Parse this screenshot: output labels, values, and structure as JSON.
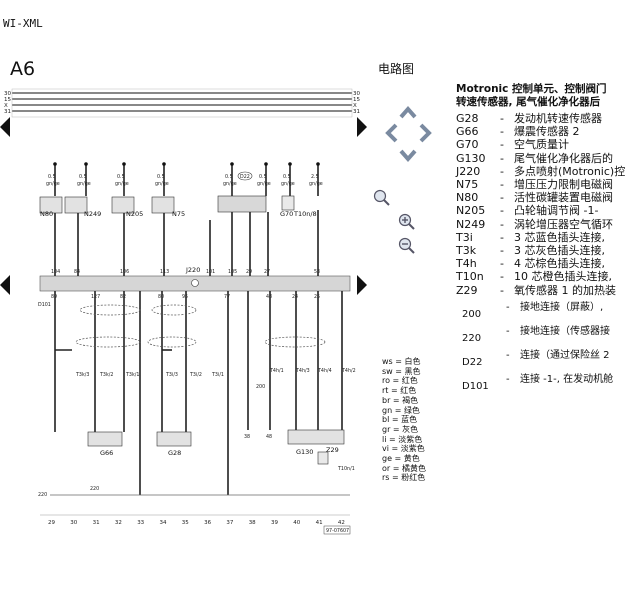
{
  "header": {
    "app_title": "WI-XML",
    "page_label": "A6",
    "section_title": "电路图"
  },
  "legend": {
    "heading_line1": "Motronic 控制单元、控制阀门",
    "heading_line2": "转速传感器, 尾气催化净化器后",
    "entries": [
      {
        "code": "G28",
        "text": "发动机转速传感器"
      },
      {
        "code": "G66",
        "text": "爆震传感器 2"
      },
      {
        "code": "G70",
        "text": "空气质量计"
      },
      {
        "code": "G130",
        "text": "尾气催化净化器后的"
      },
      {
        "code": "J220",
        "text": "多点喷射(Motronic)控"
      },
      {
        "code": "N75",
        "text": "增压压力限制电磁阀"
      },
      {
        "code": "N80",
        "text": "活性碳罐装置电磁阀"
      },
      {
        "code": "N205",
        "text": "凸轮轴调节阀 -1-"
      },
      {
        "code": "N249",
        "text": "涡轮增压器空气循环"
      },
      {
        "code": "T3i",
        "text": "3 芯蓝色插头连接,"
      },
      {
        "code": "T3k",
        "text": "3 芯灰色插头连接,"
      },
      {
        "code": "T4h",
        "text": "4 芯棕色插头连接,"
      },
      {
        "code": "T10n",
        "text": "10 芯橙色插头连接,"
      },
      {
        "code": "Z29",
        "text": "氧传感器 1 的加热装"
      }
    ],
    "ground_entries": [
      {
        "code": "200",
        "text": "接地连接（屏蔽）,"
      },
      {
        "code": "220",
        "text": "接地连接（传感器接"
      },
      {
        "code": "D22",
        "text": "连接（通过保险丝 2"
      },
      {
        "code": "D101",
        "text": "连接 -1-, 在发动机舱"
      }
    ]
  },
  "wire_colors": [
    {
      "code": "ws",
      "name": "白色"
    },
    {
      "code": "sw",
      "name": "黑色"
    },
    {
      "code": "ro",
      "name": "红色"
    },
    {
      "code": "rt",
      "name": "红色"
    },
    {
      "code": "br",
      "name": "褐色"
    },
    {
      "code": "gn",
      "name": "绿色"
    },
    {
      "code": "bl",
      "name": "蓝色"
    },
    {
      "code": "gr",
      "name": "灰色"
    },
    {
      "code": "li",
      "name": "淡紫色"
    },
    {
      "code": "vi",
      "name": "淡紫色"
    },
    {
      "code": "ge",
      "name": "黄色"
    },
    {
      "code": "or",
      "name": "橘黄色"
    },
    {
      "code": "rs",
      "name": "粉红色"
    }
  ],
  "diagram": {
    "bus_labels": [
      "30",
      "15",
      "X",
      "31"
    ],
    "top_components": [
      "N80",
      "N249",
      "N205",
      "N75",
      "G70",
      "T10n/8"
    ],
    "fuse_label": "D22",
    "wire_sizes_top": [
      "0.5",
      "0.5",
      "0.5",
      "0.5",
      "0.5",
      "0.5",
      "0.5",
      "2.5"
    ],
    "wire_colors_top": [
      "gn/ge",
      "gn/ge",
      "gn/ge",
      "gn/ge",
      "gn/ge",
      "gn/ge",
      "gn/ge",
      "gn/ge"
    ],
    "controller_label": "J220",
    "lower_components": [
      "G66",
      "G28",
      "G130",
      "Z29"
    ],
    "connectors": [
      "T3k/3",
      "T3k/2",
      "T3k/1",
      "T3i/3",
      "T3i/2",
      "T3i/1",
      "T4h/1",
      "T4h/3",
      "T4h/4",
      "T4h/2",
      "T10n/1"
    ],
    "ground_points": [
      "D101",
      "D101",
      "200",
      "220"
    ],
    "pin_numbers_top": [
      "104",
      "84",
      "106",
      "113",
      "101",
      "105",
      "29",
      "27",
      "53"
    ],
    "pin_numbers_bottom": [
      "89",
      "127",
      "82",
      "80",
      "95",
      "77",
      "48",
      "24",
      "25"
    ],
    "terminals": [
      "38",
      "48"
    ],
    "column_numbers": [
      "29",
      "30",
      "31",
      "32",
      "33",
      "34",
      "35",
      "36",
      "37",
      "38",
      "39",
      "40",
      "41",
      "42"
    ],
    "ref_code": "97-07607"
  }
}
